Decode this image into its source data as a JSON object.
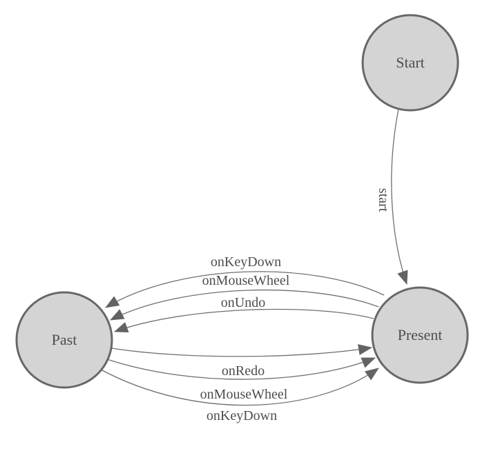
{
  "diagram": {
    "type": "state-machine",
    "colors": {
      "background": "#ffffff",
      "node_fill": "#d4d4d4",
      "node_border": "#676767",
      "edge_stroke": "#6e6e6e",
      "arrowhead_fill": "#636363",
      "label_text": "#4d4d4d"
    },
    "nodes": [
      {
        "id": "start",
        "label": "Start"
      },
      {
        "id": "past",
        "label": "Past"
      },
      {
        "id": "present",
        "label": "Present"
      }
    ],
    "edges": [
      {
        "from": "start",
        "to": "present",
        "label": "start"
      },
      {
        "from": "present",
        "to": "past",
        "label": "onKeyDown"
      },
      {
        "from": "present",
        "to": "past",
        "label": "onMouseWheel"
      },
      {
        "from": "present",
        "to": "past",
        "label": "onUndo"
      },
      {
        "from": "past",
        "to": "present",
        "label": "onRedo"
      },
      {
        "from": "past",
        "to": "present",
        "label": "onMouseWheel"
      },
      {
        "from": "past",
        "to": "present",
        "label": "onKeyDown"
      }
    ]
  }
}
